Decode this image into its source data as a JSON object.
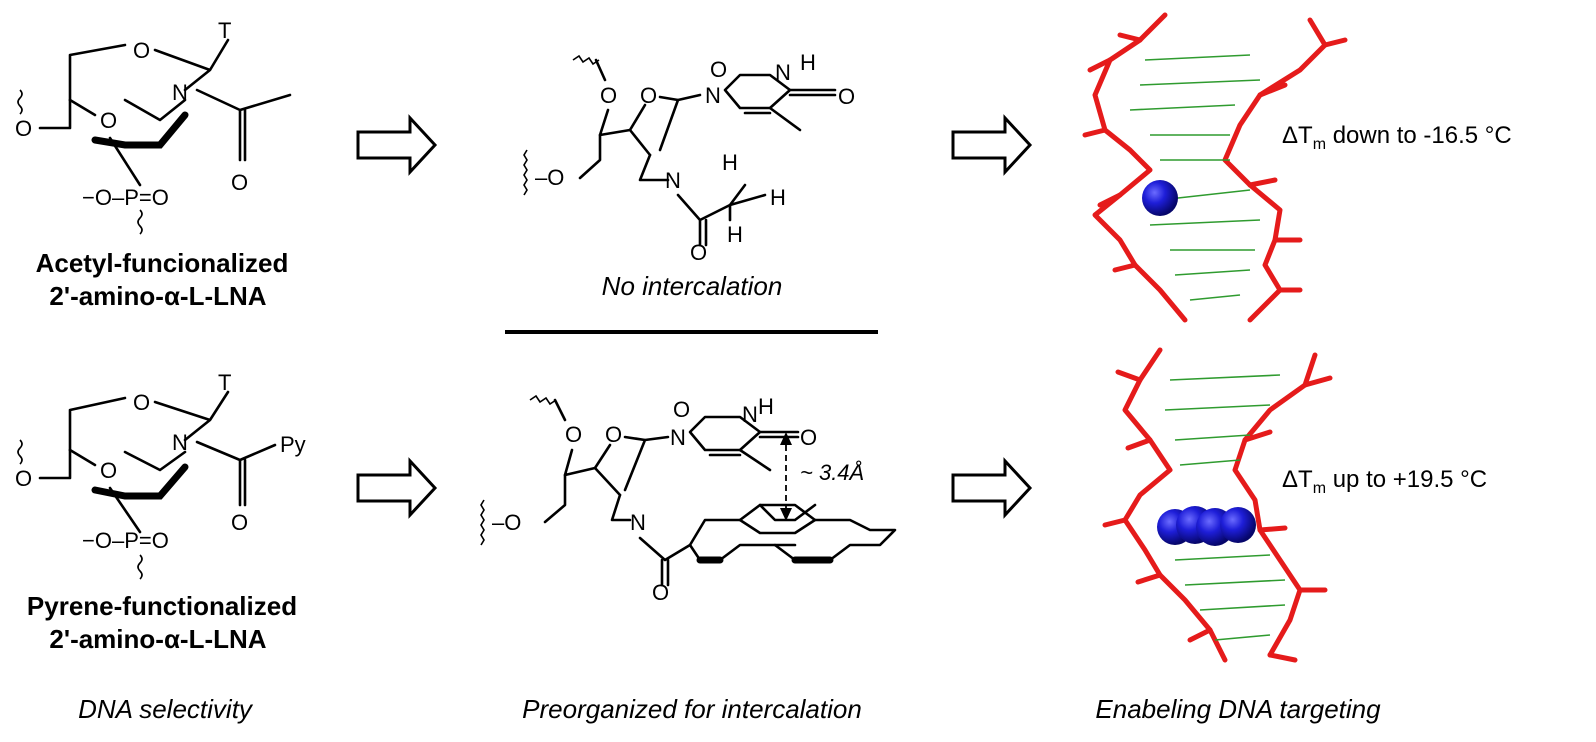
{
  "row1": {
    "molecule_name_line1": "Acetyl-funcionalized",
    "molecule_name_line2": "2'-amino-α-L-LNA",
    "structure_label": "No intercalation",
    "delta_tm_prefix": "ΔT",
    "delta_tm_sub": "m",
    "delta_tm_text": " down to -16.5 °C"
  },
  "row2": {
    "molecule_name_line1": "Pyrene-functionalized",
    "molecule_name_line2": "2'-amino-α-L-LNA",
    "distance_label": "~ 3.4Å",
    "delta_tm_prefix": "ΔT",
    "delta_tm_sub": "m",
    "delta_tm_text": " up to +19.5 °C"
  },
  "atoms": {
    "O": "O",
    "N": "N",
    "T": "T",
    "H": "H",
    "Py": "Py",
    "phosphate": "−O–P=O",
    "ring_O_left": "O",
    "link_O": "–O"
  },
  "footer": {
    "left": "DNA selectivity",
    "center": "Preorganized for intercalation",
    "right": "Enabeling DNA targeting"
  },
  "colors": {
    "backbone": "#e51b1b",
    "bases": "#2f9b2f",
    "pyrene_sphere": "#1e1ed8"
  }
}
